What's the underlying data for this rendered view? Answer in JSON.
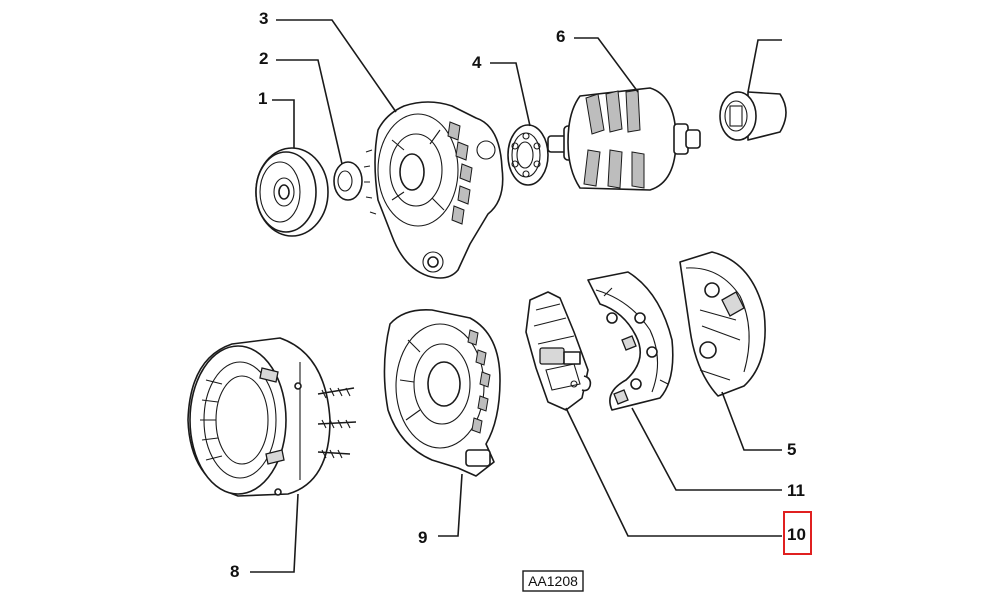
{
  "diagram": {
    "labels": [
      {
        "id": "1",
        "text": "1"
      },
      {
        "id": "2",
        "text": "2"
      },
      {
        "id": "3",
        "text": "3"
      },
      {
        "id": "4",
        "text": "4"
      },
      {
        "id": "6",
        "text": "6"
      },
      {
        "id": "5",
        "text": "5"
      },
      {
        "id": "11",
        "text": "11"
      },
      {
        "id": "10",
        "text": "10"
      },
      {
        "id": "9",
        "text": "9"
      },
      {
        "id": "8",
        "text": "8"
      }
    ],
    "highlighted_label": "10",
    "code": "AA1208"
  },
  "colors": {
    "highlight": "#e02020",
    "ink": "#1a1a1a",
    "background": "#ffffff"
  }
}
